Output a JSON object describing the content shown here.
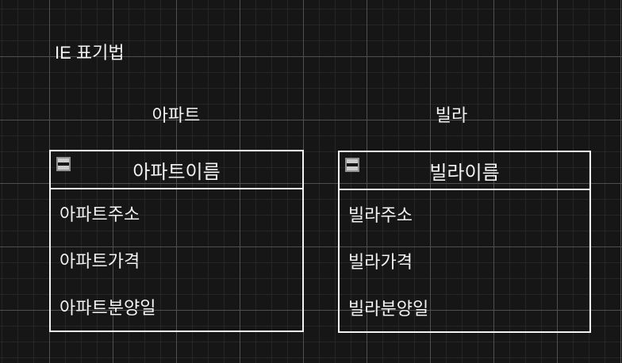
{
  "title": "IE 표기법",
  "entities": [
    {
      "caption": "아파트",
      "header": "아파트이름",
      "rows": [
        "아파트주소",
        "아파트가격",
        "아파트분양일"
      ]
    },
    {
      "caption": "빌라",
      "header": "빌라이름",
      "rows": [
        "빌라주소",
        "빌라가격",
        "빌라분양일"
      ]
    }
  ],
  "icons": {
    "collapse": "minus-square-icon"
  },
  "palette": {
    "canvas_background": "#161616",
    "grid_minor": "#262626",
    "grid_major": "#4f4f4f",
    "shape_stroke": "#f2f2f2",
    "text": "#f2f2f2",
    "collapse_icon_fill": "#cccccc",
    "collapse_icon_border": "#919191",
    "collapse_icon_bar": "#171717"
  }
}
